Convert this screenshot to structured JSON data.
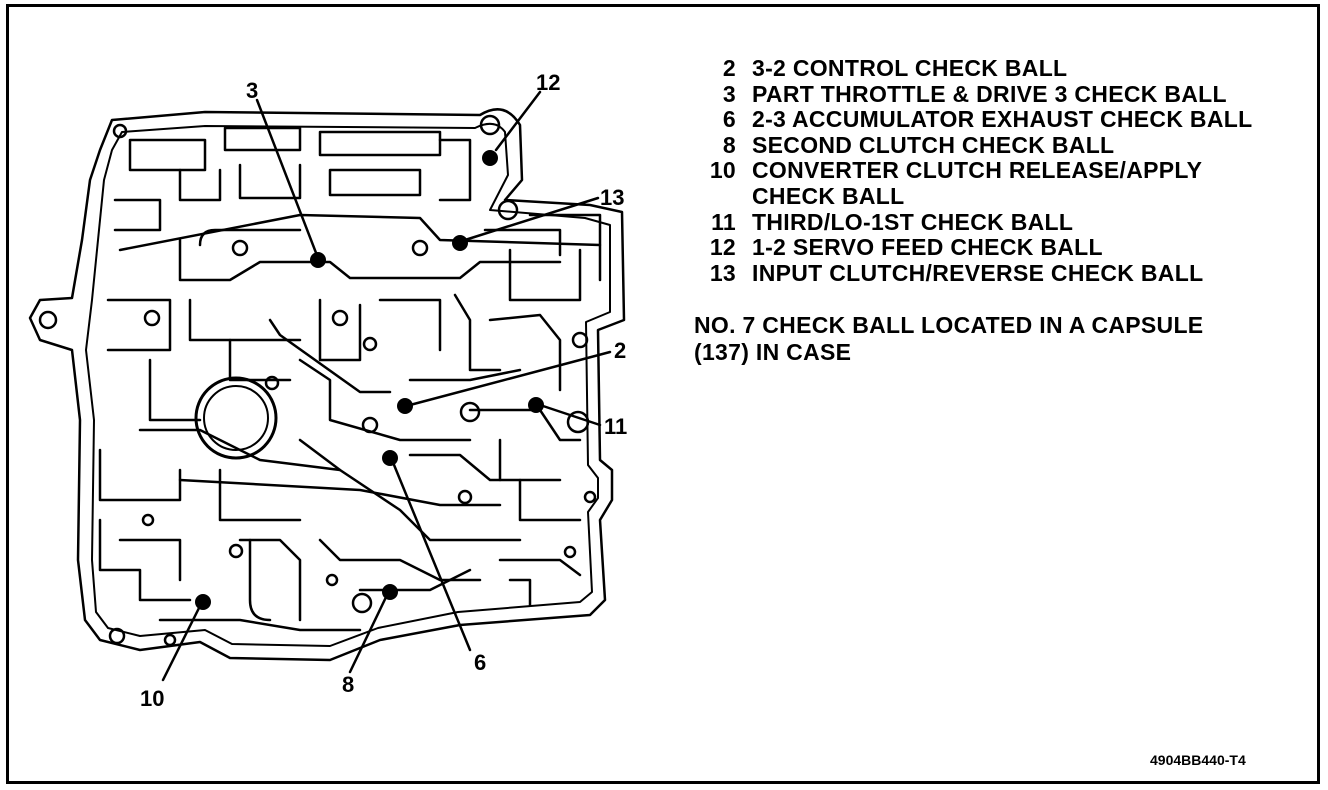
{
  "legend": {
    "items": [
      {
        "num": "2",
        "text": "3-2 CONTROL CHECK BALL"
      },
      {
        "num": "3",
        "text": "PART THROTTLE & DRIVE 3 CHECK BALL"
      },
      {
        "num": "6",
        "text": "2-3 ACCUMULATOR EXHAUST CHECK BALL"
      },
      {
        "num": "8",
        "text": "SECOND CLUTCH CHECK BALL"
      },
      {
        "num": "10",
        "text": "CONVERTER CLUTCH RELEASE/APPLY"
      },
      {
        "num": "",
        "text": "CHECK BALL"
      },
      {
        "num": "11",
        "text": "THIRD/LO-1ST CHECK BALL"
      },
      {
        "num": "12",
        "text": "1-2 SERVO FEED CHECK BALL"
      },
      {
        "num": "13",
        "text": "INPUT CLUTCH/REVERSE CHECK BALL"
      }
    ]
  },
  "note": {
    "line1": "NO. 7 CHECK BALL LOCATED IN A CAPSULE",
    "line2": "(137) IN CASE"
  },
  "callouts": {
    "c2": "2",
    "c3": "3",
    "c6": "6",
    "c8": "8",
    "c10": "10",
    "c11": "11",
    "c12": "12",
    "c13": "13"
  },
  "figure_code": "4904BB440-T4"
}
